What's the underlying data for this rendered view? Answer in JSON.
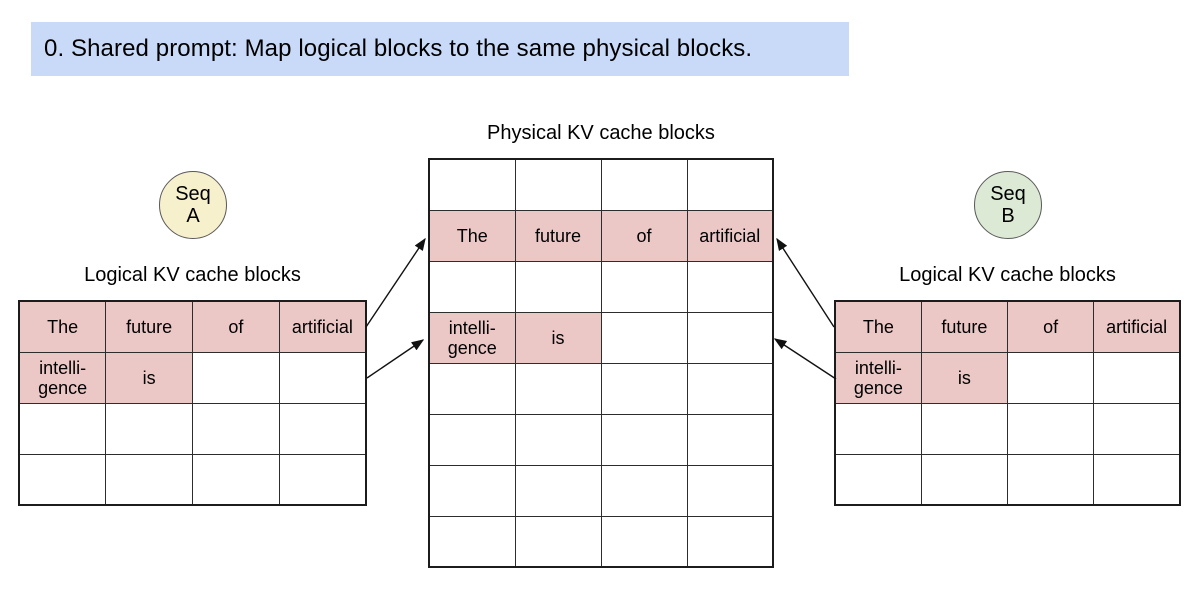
{
  "title": "0. Shared prompt: Map logical blocks to the same physical blocks.",
  "colors": {
    "title_bg": "#c9daf8",
    "cell_fill": "#ebc8c5",
    "seq_a_fill": "#f7f0cd",
    "seq_b_fill": "#dbe9d5"
  },
  "seq_a": {
    "line1": "Seq",
    "line2": "A"
  },
  "seq_b": {
    "line1": "Seq",
    "line2": "B"
  },
  "labels": {
    "physical": "Physical KV cache blocks",
    "logical_a": "Logical KV cache blocks",
    "logical_b": "Logical KV cache blocks"
  },
  "tables": {
    "logical_a": {
      "rows": 4,
      "cols": 4,
      "cells": [
        [
          "The",
          "future",
          "of",
          "artificial"
        ],
        [
          "intelli-\ngence",
          "is",
          "",
          ""
        ],
        [
          "",
          "",
          "",
          ""
        ],
        [
          "",
          "",
          "",
          ""
        ]
      ],
      "filled": [
        [
          true,
          true,
          true,
          true
        ],
        [
          true,
          true,
          false,
          false
        ],
        [
          false,
          false,
          false,
          false
        ],
        [
          false,
          false,
          false,
          false
        ]
      ]
    },
    "physical": {
      "rows": 8,
      "cols": 4,
      "cells": [
        [
          "",
          "",
          "",
          ""
        ],
        [
          "The",
          "future",
          "of",
          "artificial"
        ],
        [
          "",
          "",
          "",
          ""
        ],
        [
          "intelli-\ngence",
          "is",
          "",
          ""
        ],
        [
          "",
          "",
          "",
          ""
        ],
        [
          "",
          "",
          "",
          ""
        ],
        [
          "",
          "",
          "",
          ""
        ],
        [
          "",
          "",
          "",
          ""
        ]
      ],
      "filled": [
        [
          false,
          false,
          false,
          false
        ],
        [
          true,
          true,
          true,
          true
        ],
        [
          false,
          false,
          false,
          false
        ],
        [
          true,
          true,
          false,
          false
        ],
        [
          false,
          false,
          false,
          false
        ],
        [
          false,
          false,
          false,
          false
        ],
        [
          false,
          false,
          false,
          false
        ],
        [
          false,
          false,
          false,
          false
        ]
      ]
    },
    "logical_b": {
      "rows": 4,
      "cols": 4,
      "cells": [
        [
          "The",
          "future",
          "of",
          "artificial"
        ],
        [
          "intelli-\ngence",
          "is",
          "",
          ""
        ],
        [
          "",
          "",
          "",
          ""
        ],
        [
          "",
          "",
          "",
          ""
        ]
      ],
      "filled": [
        [
          true,
          true,
          true,
          true
        ],
        [
          true,
          true,
          false,
          false
        ],
        [
          false,
          false,
          false,
          false
        ],
        [
          false,
          false,
          false,
          false
        ]
      ]
    }
  },
  "arrows": [
    {
      "from": "seq-a-logical-row-1",
      "to": "physical-row-2"
    },
    {
      "from": "seq-a-logical-row-2",
      "to": "physical-row-4"
    },
    {
      "from": "seq-b-logical-row-1",
      "to": "physical-row-2"
    },
    {
      "from": "seq-b-logical-row-2",
      "to": "physical-row-4"
    }
  ]
}
